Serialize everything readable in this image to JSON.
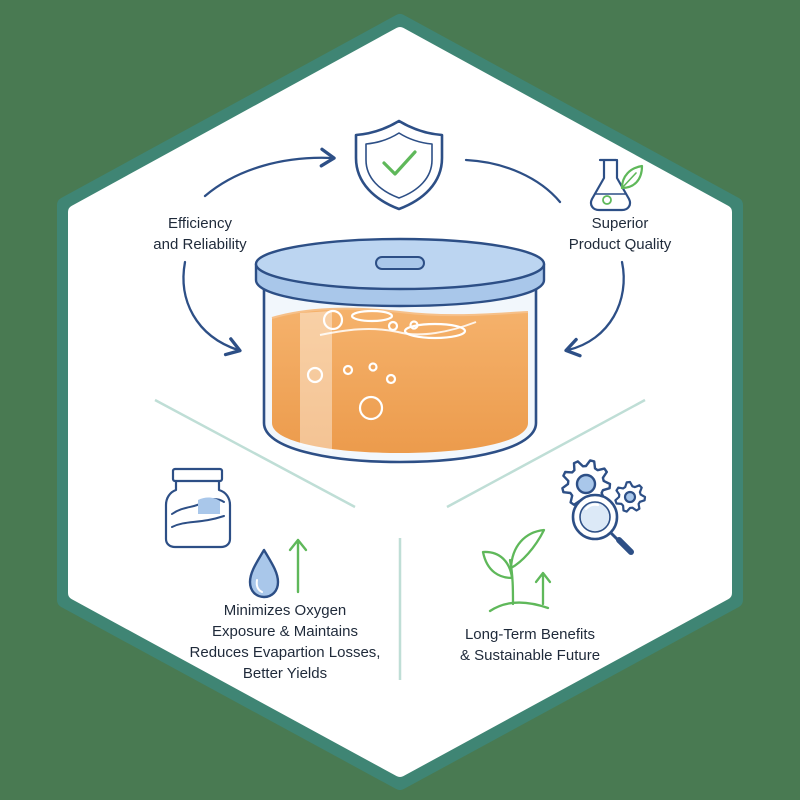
{
  "diagram": {
    "colors": {
      "background": "#497a52",
      "panel": "#ffffff",
      "panel_border": "#3f8574",
      "line_blue": "#2d4f86",
      "liquid_orange": "#f0a55b",
      "lid_blue": "#a9c7ea",
      "icon_green": "#5fb85a",
      "divider": "#bfded6"
    },
    "labels": {
      "efficiency": {
        "lines": [
          "Efficiency",
          "and Reliability"
        ]
      },
      "quality": {
        "lines": [
          "Superior",
          "Product Quality"
        ]
      },
      "oxygen": {
        "lines": [
          "Minimizes Oxygen",
          "Exposure & Maintains",
          "Reduces Evapartion Losses,",
          "Better Yields"
        ]
      },
      "longterm": {
        "lines": [
          "Long-Term Benefits",
          "& Sustainable Future"
        ]
      }
    },
    "icons": {
      "shield": "shield-check-icon",
      "flask": "flask-leaf-icon",
      "jar": "jar-icon",
      "drop": "water-drop-icon",
      "sprout": "sprout-icon",
      "gears": "gears-magnifier-icon",
      "container": "sealed-tank-icon"
    }
  }
}
